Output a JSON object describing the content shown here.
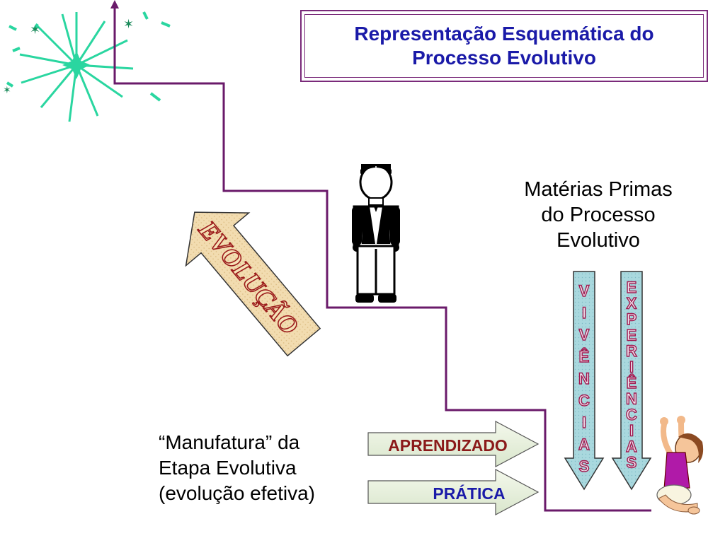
{
  "title": {
    "line1": "Representação Esquemática do",
    "line2": "Processo Evolutivo"
  },
  "materias": {
    "line1": "Matérias Primas",
    "line2": "do Processo",
    "line3": "Evolutivo"
  },
  "manufatura": {
    "line1": "“Manufatura” da",
    "line2": "Etapa Evolutiva",
    "line3": "(evolução efetiva)"
  },
  "arrows": {
    "aprendizado": "APRENDIZADO",
    "pratica": "PRÁTICA",
    "evolucao": "EVOLUÇÃO",
    "vivencias": [
      "V",
      "I",
      "V",
      "Ê",
      "N",
      "C",
      "I",
      "A",
      "S"
    ],
    "experiencias": [
      "E",
      "X",
      "P",
      "E",
      "R",
      "I",
      "Ê",
      "N",
      "C",
      "I",
      "A",
      "S"
    ]
  },
  "colors": {
    "staircase": "#6a1a6a",
    "title_text": "#1a1aa8",
    "aprendizado_text": "#8b1a1a",
    "pratica_text": "#1a1aa8",
    "evolucao_arrow_fill": "#f2dcb0",
    "evolucao_text": "#9b1a1a",
    "vertical_arrow_fill": "#a9d8de",
    "vertical_text": "#a01a50",
    "firework": "#2ad6a0"
  },
  "icons": {
    "firework": "firework-burst-icon",
    "man": "standing-man-icon",
    "child": "reaching-child-icon"
  }
}
